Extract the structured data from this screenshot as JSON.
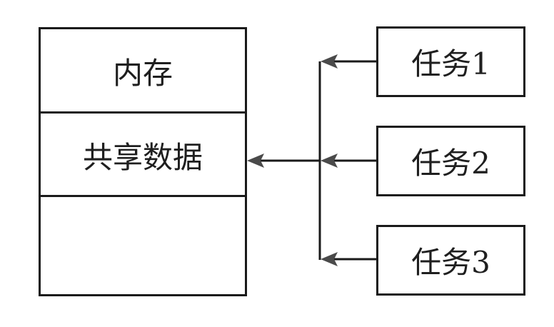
{
  "memory": {
    "sections": [
      {
        "label": "内存"
      },
      {
        "label": "共享数据"
      },
      {
        "label": ""
      }
    ]
  },
  "tasks": [
    {
      "label": "任务1"
    },
    {
      "label": "任务2"
    },
    {
      "label": "任务3"
    }
  ],
  "colors": {
    "line": "#1a1a1a",
    "arrowhead": "#4a4a4a"
  }
}
